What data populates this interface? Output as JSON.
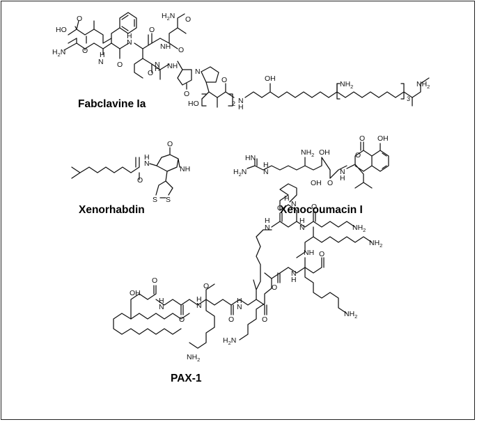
{
  "compounds": {
    "fabclavine": {
      "name": "Fabclavine Ia",
      "repeat_a": "2",
      "repeat_b": "3"
    },
    "xenorhabdin": {
      "name": "Xenorhabdin"
    },
    "xenocoumacin": {
      "name": "Xenocoumacin I"
    },
    "pax": {
      "name": "PAX-1"
    }
  },
  "atoms": {
    "HO": "HO",
    "OH": "OH",
    "O": "O",
    "NH": "NH",
    "N": "N",
    "H": "H",
    "NH2": "NH",
    "H2N": "H",
    "two": "2",
    "S": "S",
    "HN": "HN"
  }
}
